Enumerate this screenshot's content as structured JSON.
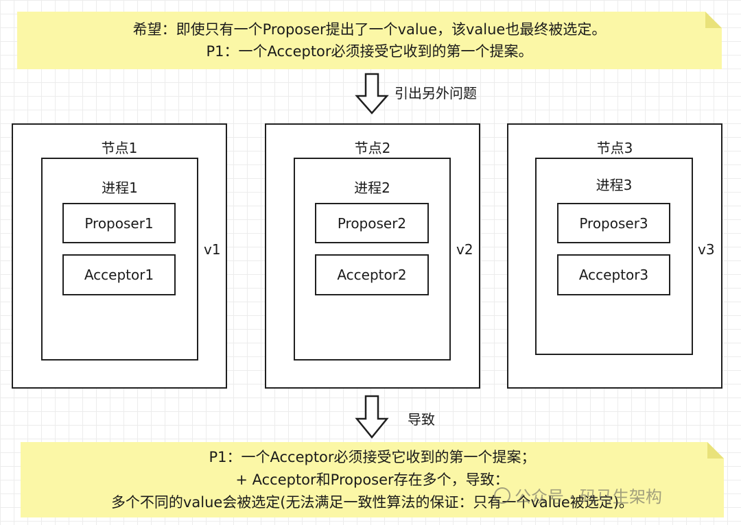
{
  "top_note": {
    "line1": "希望：即使只有一个Proposer提出了一个value，该value也最终被选定。",
    "line2": "P1：一个Acceptor必须接受它收到的第一个提案。"
  },
  "arrow_top_label": "引出另外问题",
  "arrow_bottom_label": "导致",
  "nodes": [
    {
      "title": "节点1",
      "process": "进程1",
      "proposer": "Proposer1",
      "acceptor": "Acceptor1",
      "value": "v1"
    },
    {
      "title": "节点2",
      "process": "进程2",
      "proposer": "Proposer2",
      "acceptor": "Acceptor2",
      "value": "v2"
    },
    {
      "title": "节点3",
      "process": "进程3",
      "proposer": "Proposer3",
      "acceptor": "Acceptor3",
      "value": "v3"
    }
  ],
  "bottom_note": {
    "line1": "P1：一个Acceptor必须接受它收到的第一个提案；",
    "line2": "+ Acceptor和Proposer存在多个，导致：",
    "line3": "多个不同的value会被选定(无法满足一致性算法的保证：只有一个value被选定)。"
  },
  "watermark": "公众号 · 码马生架构"
}
